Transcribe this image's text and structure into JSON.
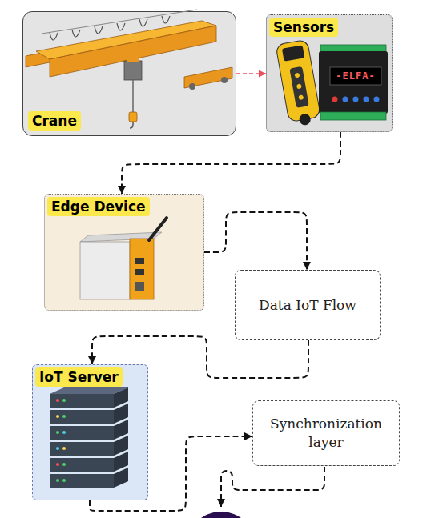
{
  "diagram": {
    "nodes": [
      {
        "text": [
          "Crane"
        ]
      },
      {
        "text": [
          "Sensors"
        ]
      },
      {
        "text": [
          "Edge Device"
        ]
      },
      {
        "text": [
          "Data IoT Flow"
        ]
      },
      {
        "text": [
          "IoT Server"
        ]
      },
      {
        "text": [
          "Synchronization layer"
        ]
      }
    ],
    "edges": [
      {
        "from": 0,
        "to": 1,
        "arrow": "to"
      },
      {
        "from": 1,
        "to": 2,
        "arrow": "to"
      },
      {
        "from": 2,
        "to": 3,
        "arrow": "to"
      },
      {
        "from": 3,
        "to": 4,
        "arrow": "to"
      },
      {
        "from": 4,
        "to": 5,
        "arrow": "to"
      }
    ],
    "labels": [
      "-ELFA-"
    ]
  }
}
